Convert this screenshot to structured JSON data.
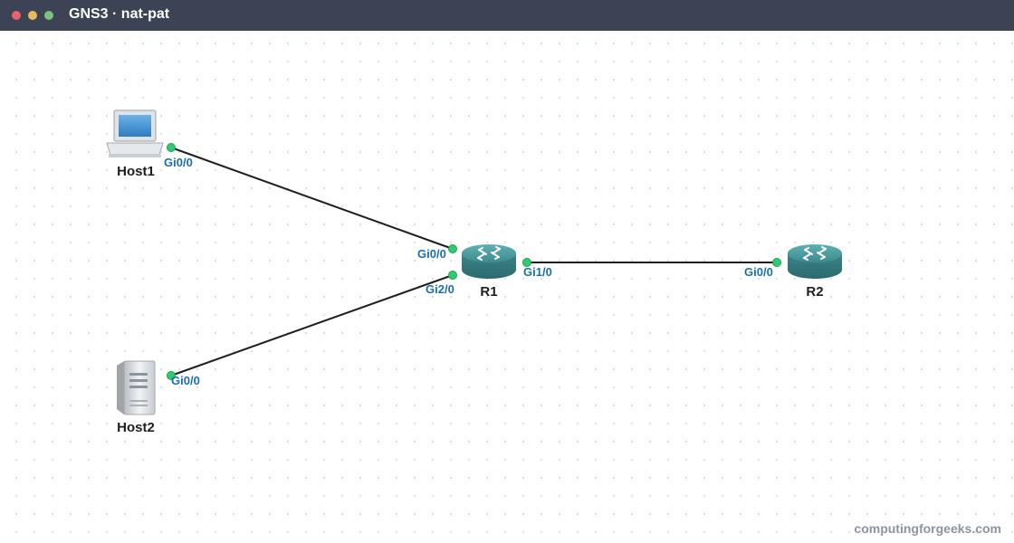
{
  "window": {
    "title": "GNS3 · nat-pat"
  },
  "topology": {
    "nodes": {
      "host1": {
        "label": "Host1",
        "type": "laptop"
      },
      "host2": {
        "label": "Host2",
        "type": "server"
      },
      "r1": {
        "label": "R1",
        "type": "router"
      },
      "r2": {
        "label": "R2",
        "type": "router"
      }
    },
    "links": [
      {
        "from": "Host1",
        "from_port": "Gi0/0",
        "to": "R1",
        "to_port": "Gi0/0"
      },
      {
        "from": "Host2",
        "from_port": "Gi0/0",
        "to": "R1",
        "to_port": "Gi2/0"
      },
      {
        "from": "R1",
        "from_port": "Gi1/0",
        "to": "R2",
        "to_port": "Gi0/0"
      }
    ],
    "ports": {
      "host1_gi00": "Gi0/0",
      "host2_gi00": "Gi0/0",
      "r1_gi00": "Gi0/0",
      "r1_gi20": "Gi2/0",
      "r1_gi10": "Gi1/0",
      "r2_gi00": "Gi0/0"
    }
  },
  "watermark": "computingforgeeks.com",
  "colors": {
    "titlebar": "#3b4354",
    "link": "#1e1e1e",
    "port_dot": "#2ecc71",
    "port_label": "#1a6fb0",
    "router": "#3d8b8f"
  }
}
